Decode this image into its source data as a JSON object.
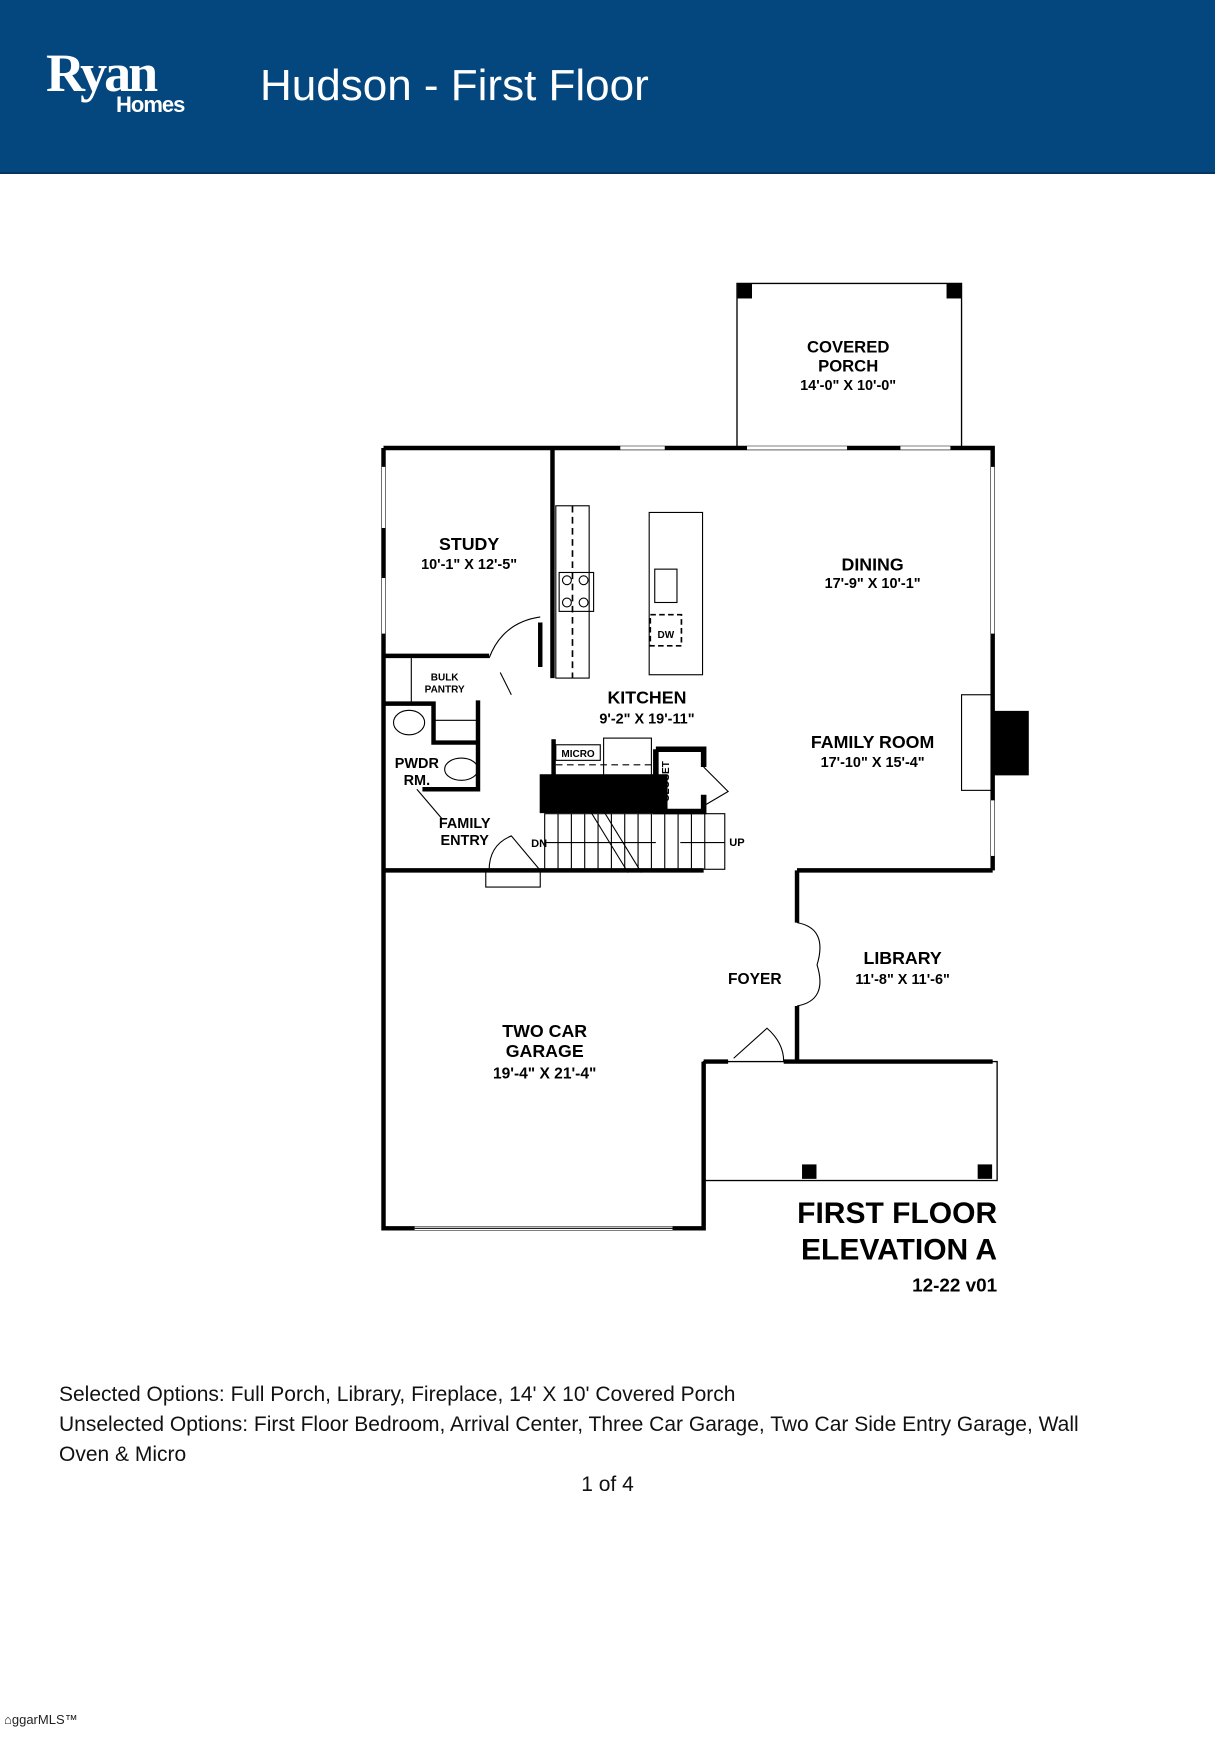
{
  "header": {
    "logo_text": "Ryan",
    "logo_subtext": "Homes",
    "title": "Hudson - First Floor",
    "background_color": "#03477e"
  },
  "plan": {
    "rooms": {
      "covered_porch": {
        "name_line1": "COVERED",
        "name_line2": "PORCH",
        "dims": "14'-0\" X 10'-0\""
      },
      "study": {
        "name": "STUDY",
        "dims": "10'-1\" X 12'-5\""
      },
      "dining": {
        "name": "DINING",
        "dims": "17'-9\" X 10'-1\""
      },
      "kitchen": {
        "name": "KITCHEN",
        "dims": "9'-2\" X 19'-11\""
      },
      "family_room": {
        "name": "FAMILY ROOM",
        "dims": "17'-10\" X 15'-4\""
      },
      "bulk_pantry": {
        "line1": "BULK",
        "line2": "PANTRY"
      },
      "powder_room": {
        "line1": "PWDR",
        "line2": "RM."
      },
      "family_entry": {
        "line1": "FAMILY",
        "line2": "ENTRY"
      },
      "library": {
        "name": "LIBRARY",
        "dims": "11'-8\" X 11'-6\""
      },
      "foyer": {
        "name": "FOYER"
      },
      "garage": {
        "name_line1": "TWO CAR",
        "name_line2": "GARAGE",
        "dims": "19'-4\" X 21'-4\""
      }
    },
    "fixtures": {
      "micro": "MICRO",
      "closet": "CLOSET",
      "dishwasher": "DW",
      "stairs_down": "DN",
      "stairs_up": "UP"
    },
    "caption_line1": "FIRST FLOOR",
    "caption_line2": "ELEVATION A",
    "version": "12-22 v01"
  },
  "options": {
    "selected": "Selected Options: Full Porch, Library, Fireplace, 14' X 10' Covered Porch",
    "unselected_line1": "Unselected Options: First Floor Bedroom, Arrival Center, Three Car Garage, Two Car Side Entry Garage, Wall",
    "unselected_line2": "Oven & Micro"
  },
  "page_indicator": "1 of 4",
  "watermark": "ggarMLS™"
}
